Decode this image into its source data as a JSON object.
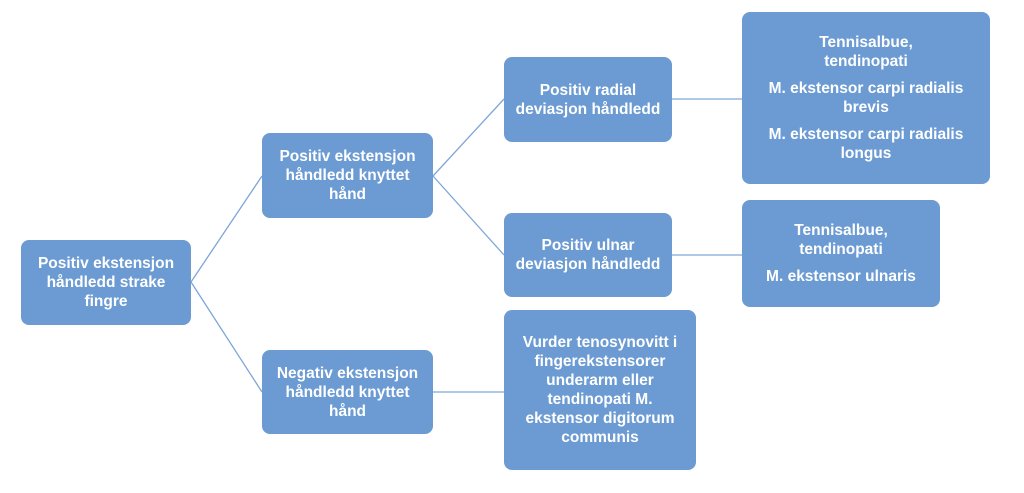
{
  "diagram": {
    "colors": {
      "node_fill": "#6b9bd2",
      "node_text": "#ffffff",
      "connector": "#7ea6d6"
    },
    "nodes": {
      "root": {
        "lines": [
          "Positiv ekstensjon",
          "håndledd strake",
          "fingre"
        ]
      },
      "pos": {
        "lines": [
          "Positiv ekstensjon",
          "håndledd knyttet",
          "hånd"
        ]
      },
      "neg": {
        "lines": [
          "Negativ ekstensjon",
          "håndledd knyttet",
          "hånd"
        ]
      },
      "rad": {
        "lines": [
          "Positiv radial",
          "deviasjon håndledd"
        ]
      },
      "uln": {
        "lines": [
          "Positiv ulnar",
          "deviasjon håndledd"
        ]
      },
      "vurd": {
        "lines": [
          "Vurder tenosynovitt i",
          "fingerekstensorer",
          "underarm eller",
          "tendinopati M.",
          "ekstensor digitorum",
          "communis"
        ]
      },
      "rad_r": {
        "group1": [
          "Tennisalbue,",
          "tendinopati"
        ],
        "group2": [
          "M. ekstensor carpi radialis",
          "brevis"
        ],
        "group3": [
          "M. ekstensor carpi radialis",
          "longus"
        ]
      },
      "uln_r": {
        "group1": [
          "Tennisalbue,",
          "tendinopati"
        ],
        "group2": [
          "M. ekstensor ulnaris"
        ]
      }
    }
  }
}
